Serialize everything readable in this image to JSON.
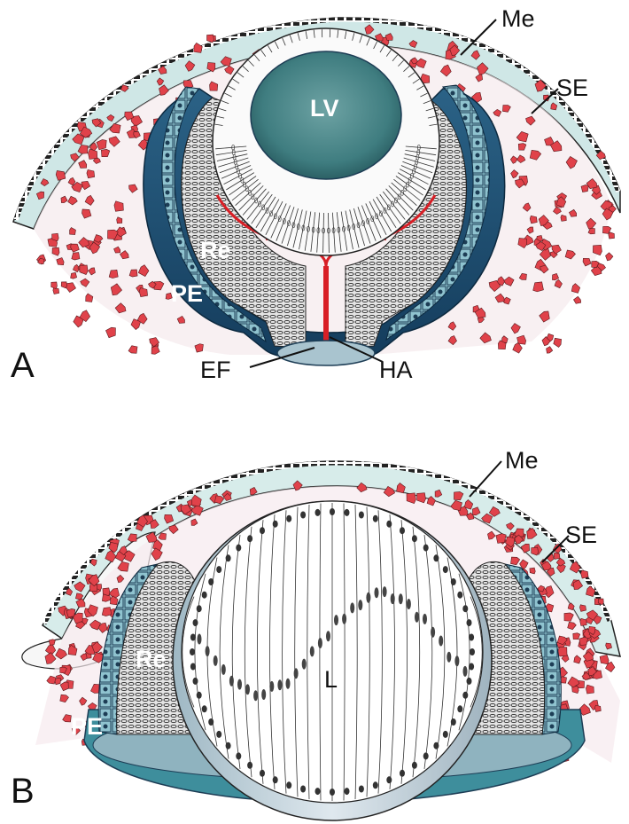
{
  "panels": [
    {
      "id": "A",
      "panel_label": "A",
      "labels": {
        "lens_vesicle": "LV",
        "retina": "Re",
        "pigment_epithelium": "PE",
        "mesenchyme": "Me",
        "surface_ectoderm": "SE",
        "embryonic_fissure": "EF",
        "hyaloid_artery": "HA"
      }
    },
    {
      "id": "B",
      "panel_label": "B",
      "labels": {
        "lens": "L",
        "retina": "Re",
        "pigment_epithelium": "PE",
        "mesenchyme": "Me",
        "surface_ectoderm": "SE"
      }
    }
  ],
  "colors": {
    "mesenchyme_cells": "#e0424a",
    "mesenchyme_shadow": "#9b6b78",
    "surface_ectoderm": "#bfe0df",
    "pigment_epithelium": "#6aa9ba",
    "optic_cup_dark": "#1f4f73",
    "retina": "#d8d8d8",
    "lens_vesicle_lumen": "#3f7d80",
    "lens_fibers": "#f6f6f6",
    "hyaloid_artery": "#d81f26"
  }
}
